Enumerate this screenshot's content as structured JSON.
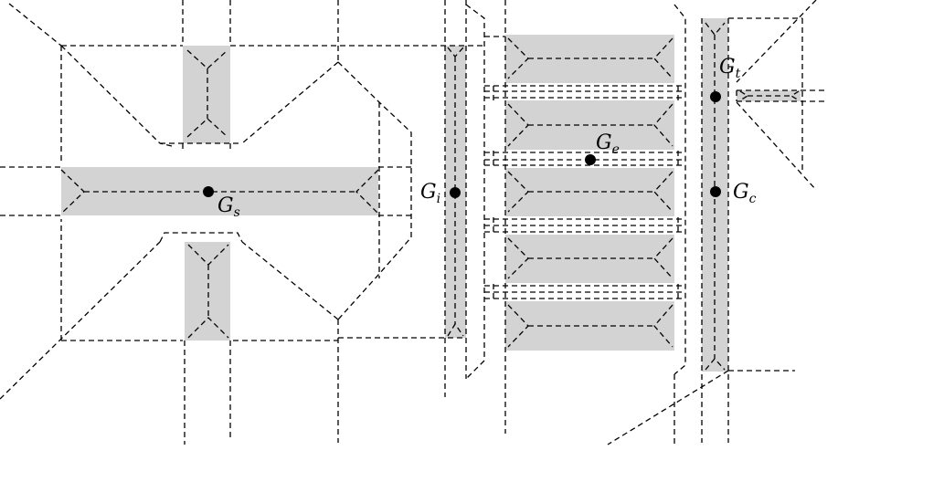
{
  "labels": {
    "gs": {
      "main": "G",
      "sub": "s"
    },
    "gi": {
      "main": "G",
      "sub": "i"
    },
    "ge": {
      "main": "G",
      "sub": "e"
    },
    "gt": {
      "main": "G",
      "sub": "t"
    },
    "gc": {
      "main": "G",
      "sub": "c"
    }
  }
}
